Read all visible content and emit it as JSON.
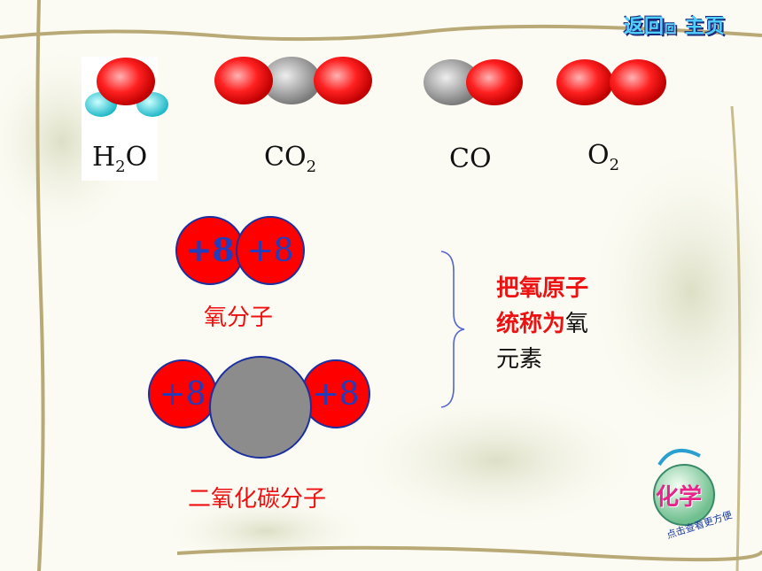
{
  "nav": {
    "back_label": "返回",
    "back_small": "回",
    "home_label": "主页"
  },
  "molecules": [
    {
      "name": "h2o",
      "formula_main": "H",
      "formula_sub": "2",
      "formula_tail": "O"
    },
    {
      "name": "co2",
      "formula_main": "CO",
      "formula_sub": "2",
      "formula_tail": ""
    },
    {
      "name": "co",
      "formula_main": "CO",
      "formula_sub": "",
      "formula_tail": ""
    },
    {
      "name": "o2",
      "formula_main": "O",
      "formula_sub": "2",
      "formula_tail": ""
    }
  ],
  "oxygen_molecule": {
    "charge_left": "+8",
    "charge_right": "+8",
    "caption": "氧分子"
  },
  "co2_molecule": {
    "charge_left": "+8",
    "charge_right": "+8",
    "caption": "二氧化碳分子"
  },
  "conclusion": {
    "line1_red": "把氧原子",
    "line2_red": "统称为",
    "line2_black": "氧",
    "line3_black": "元素"
  },
  "badge": {
    "title": "化学",
    "subtitle": "点击查看更方便"
  },
  "colors": {
    "oxygen": "#ff0000",
    "carbon": "#8c8c8c",
    "hydrogen": "#33cccc",
    "charge": "#1f3dbd",
    "caption": "#ee1111"
  }
}
